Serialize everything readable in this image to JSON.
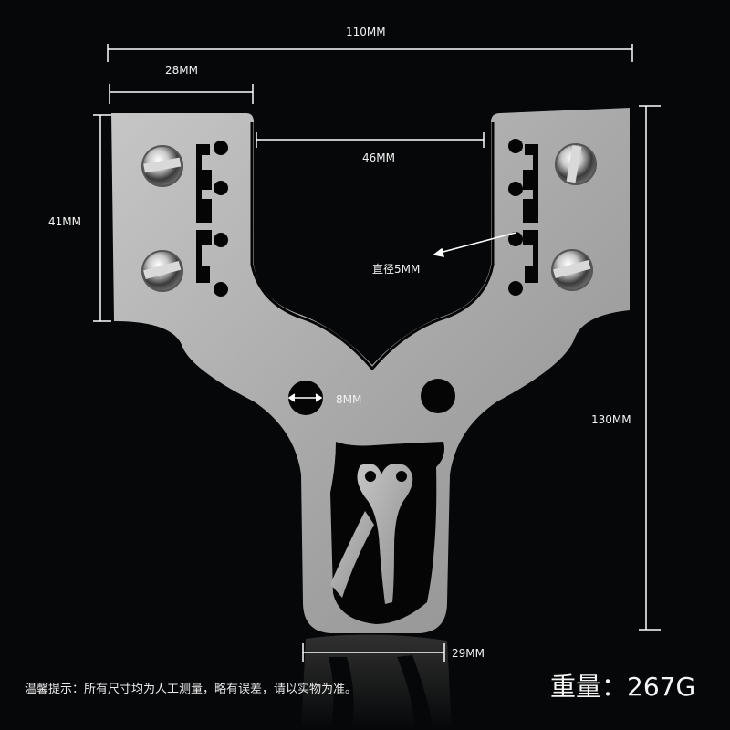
{
  "product": {
    "description": "Stainless steel slingshot head plate with owl cutout and four screws",
    "colors": {
      "background": "#060708",
      "plate": "#a8a8a8",
      "plate_highlight": "#c4c4c4",
      "cutout": "#050505",
      "annotation": "#ffffff"
    }
  },
  "dimensions": {
    "overall_width": "110MM",
    "fork_width": "28MM",
    "fork_gap": "46MM",
    "fork_height": "41MM",
    "overall_height": "130MM",
    "hole_diameter_label": "直径5MM",
    "large_hole": "8MM",
    "handle_width": "29MM"
  },
  "footer": {
    "notice": "温馨提示：所有尺寸均为人工测量，略有误差，请以实物为准。",
    "weight": "重量：267G"
  }
}
